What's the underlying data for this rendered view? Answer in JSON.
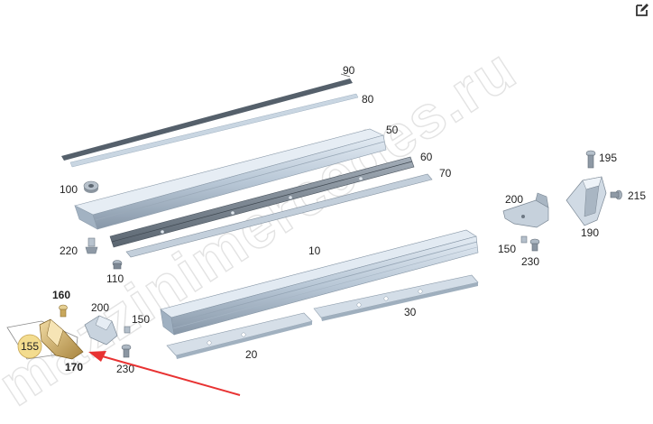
{
  "watermark": "mazzinimercedes.ru",
  "toolbar": {
    "edit_icon": "edit-icon"
  },
  "colors": {
    "part_fill": "#c5d3e0",
    "part_fill_dark": "#7f8c99",
    "highlight_fill": "#e0c58c",
    "badge_fill": "#f3dc8f",
    "arrow": "#e83232"
  },
  "callouts": {
    "p90": "90",
    "p80": "80",
    "p50": "50",
    "p60": "60",
    "p70": "70",
    "p100": "100",
    "p220": "220",
    "p110": "110",
    "p10": "10",
    "p30": "30",
    "p20": "20",
    "p200_right": "200",
    "p150_right": "150",
    "p230_right": "230",
    "p195": "195",
    "p215": "215",
    "p190": "190",
    "p160": "160",
    "p155": "155",
    "p170": "170",
    "p200_left": "200",
    "p150_left": "150",
    "p230_left": "230"
  }
}
